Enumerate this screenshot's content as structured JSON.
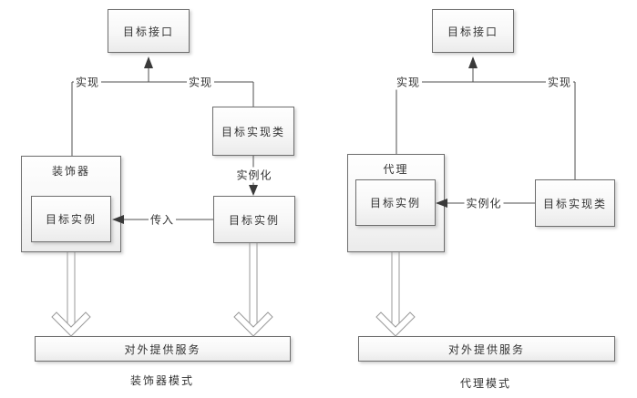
{
  "page": {
    "background": "#ffffff"
  },
  "colors": {
    "box_border": "#6e6e6e",
    "box_fill_top": "#fefefe",
    "box_fill_bottom": "#ebebeb",
    "connector_line": "#4f4f4f",
    "arrowhead_fill": "#3a3a3a",
    "hollow_arrow_stroke": "#9a9a9a",
    "text": "#333333"
  },
  "diagrams": [
    {
      "id": "decorator",
      "caption": "装饰器模式",
      "nodes": {
        "interface": "目标接口",
        "impl_class": "目标实现类",
        "container": "装饰器",
        "inner_instance": "目标实例",
        "outer_instance": "目标实例",
        "service": "对外提供服务"
      },
      "edge_labels": {
        "implement_left": "实现",
        "implement_right": "实现",
        "instantiate": "实例化",
        "pass_in": "传入"
      }
    },
    {
      "id": "proxy",
      "caption": "代理模式",
      "nodes": {
        "interface": "目标接口",
        "impl_class": "目标实现类",
        "container": "代理",
        "inner_instance": "目标实例",
        "service": "对外提供服务"
      },
      "edge_labels": {
        "implement_left": "实现",
        "implement_right": "实现",
        "instantiate": "实例化"
      }
    }
  ]
}
